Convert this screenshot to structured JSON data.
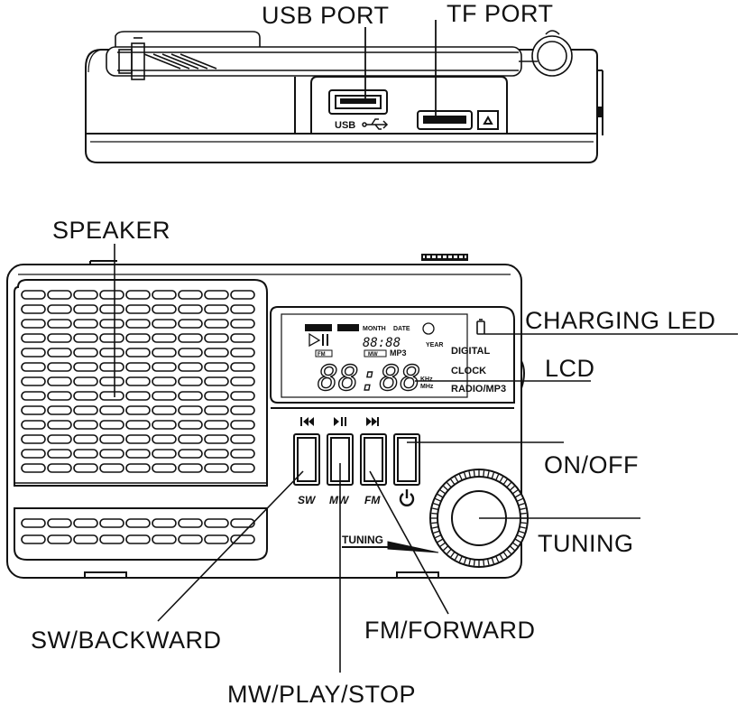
{
  "labels": {
    "usb_port": "USB PORT",
    "tf_port": "TF PORT",
    "speaker": "SPEAKER",
    "charging_led": "CHARGING LED",
    "lcd": "LCD",
    "on_off": "ON/OFF",
    "tuning": "TUNING",
    "sw_backward": "SW/BACKWARD",
    "fm_forward": "FM/FORWARD",
    "mw_play_stop": "MW/PLAY/STOP"
  },
  "device": {
    "usb_text": "USB",
    "tuning_strip": "TUNING",
    "buttons": {
      "sw": "SW",
      "mw": "MW",
      "fm": "FM"
    },
    "lcd_text": {
      "digital": "DIGITAL",
      "clock": "CLOCK",
      "radio_mp3": "RADIO/MP3",
      "month": "MONTH",
      "date": "DATE",
      "year": "YEAR",
      "mw": "MW",
      "fm": "FM",
      "mp3": "MP3",
      "khz": "KHz",
      "mhz": "MHz",
      "main_digits": "88:88",
      "small_digits": "88:88"
    }
  }
}
